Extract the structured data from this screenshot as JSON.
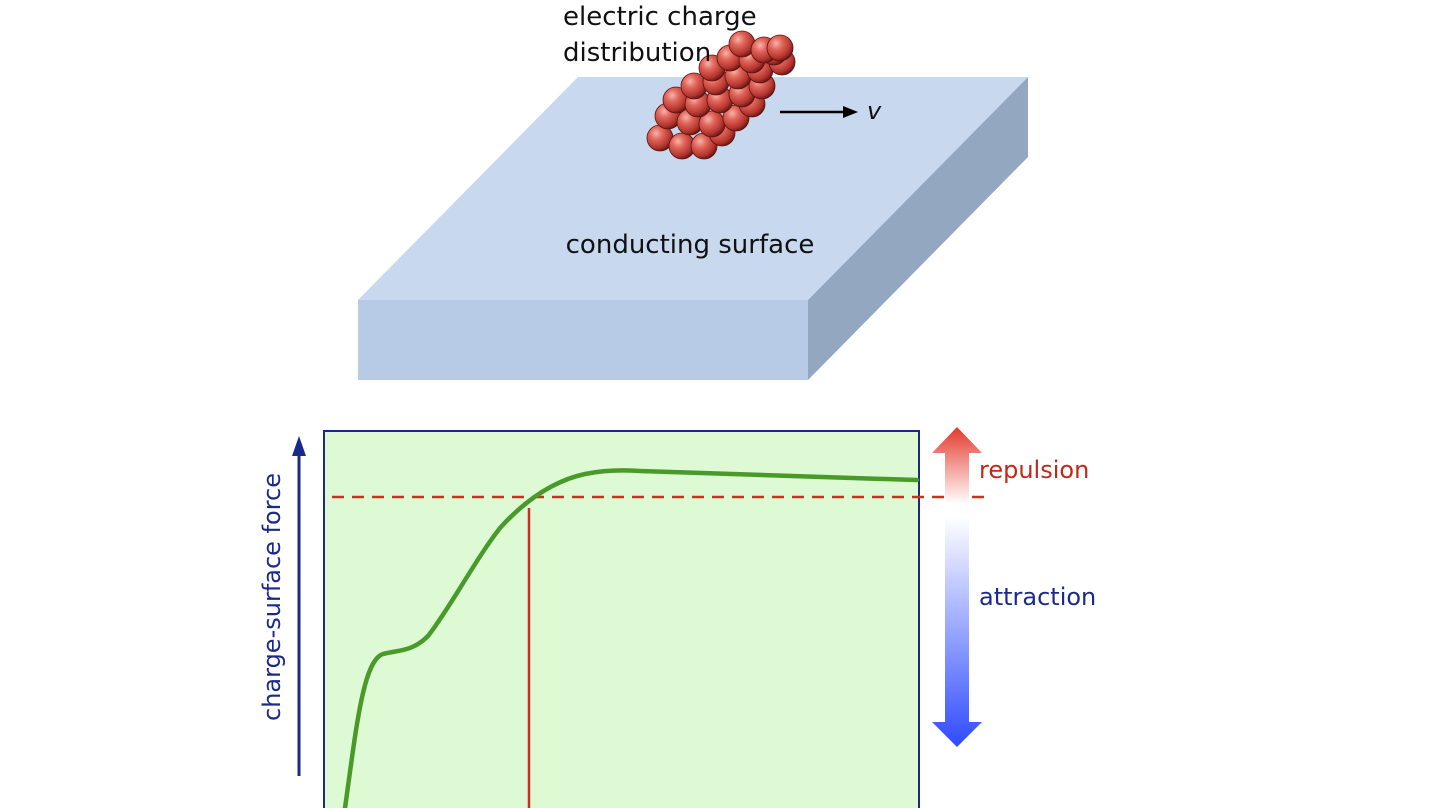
{
  "labels": {
    "charge_title_line1": "electric charge",
    "charge_title_line2": "distribution",
    "velocity": "v",
    "surface": "conducting surface",
    "ylabel": "charge-surface force",
    "repulsion": "repulsion",
    "attraction": "attraction"
  },
  "colors": {
    "surface_top": "#c8d8ee",
    "surface_front": "#b7cbe6",
    "surface_side": "#93a7c0",
    "chart_bg": "#ddfad5",
    "chart_border": "#1b2a8a",
    "curve": "#4a9a2a",
    "threshold": "#c8321e",
    "repulsion_text": "#c0281a",
    "attraction_text": "#1b2a8a",
    "axis_arrow": "#1b2a8a",
    "charge": "#d9534f"
  },
  "icons": {
    "velocity_arrow": "arrow-right-icon",
    "force_axis": "arrow-up-icon",
    "force_scale": "double-arrow-icon"
  }
}
